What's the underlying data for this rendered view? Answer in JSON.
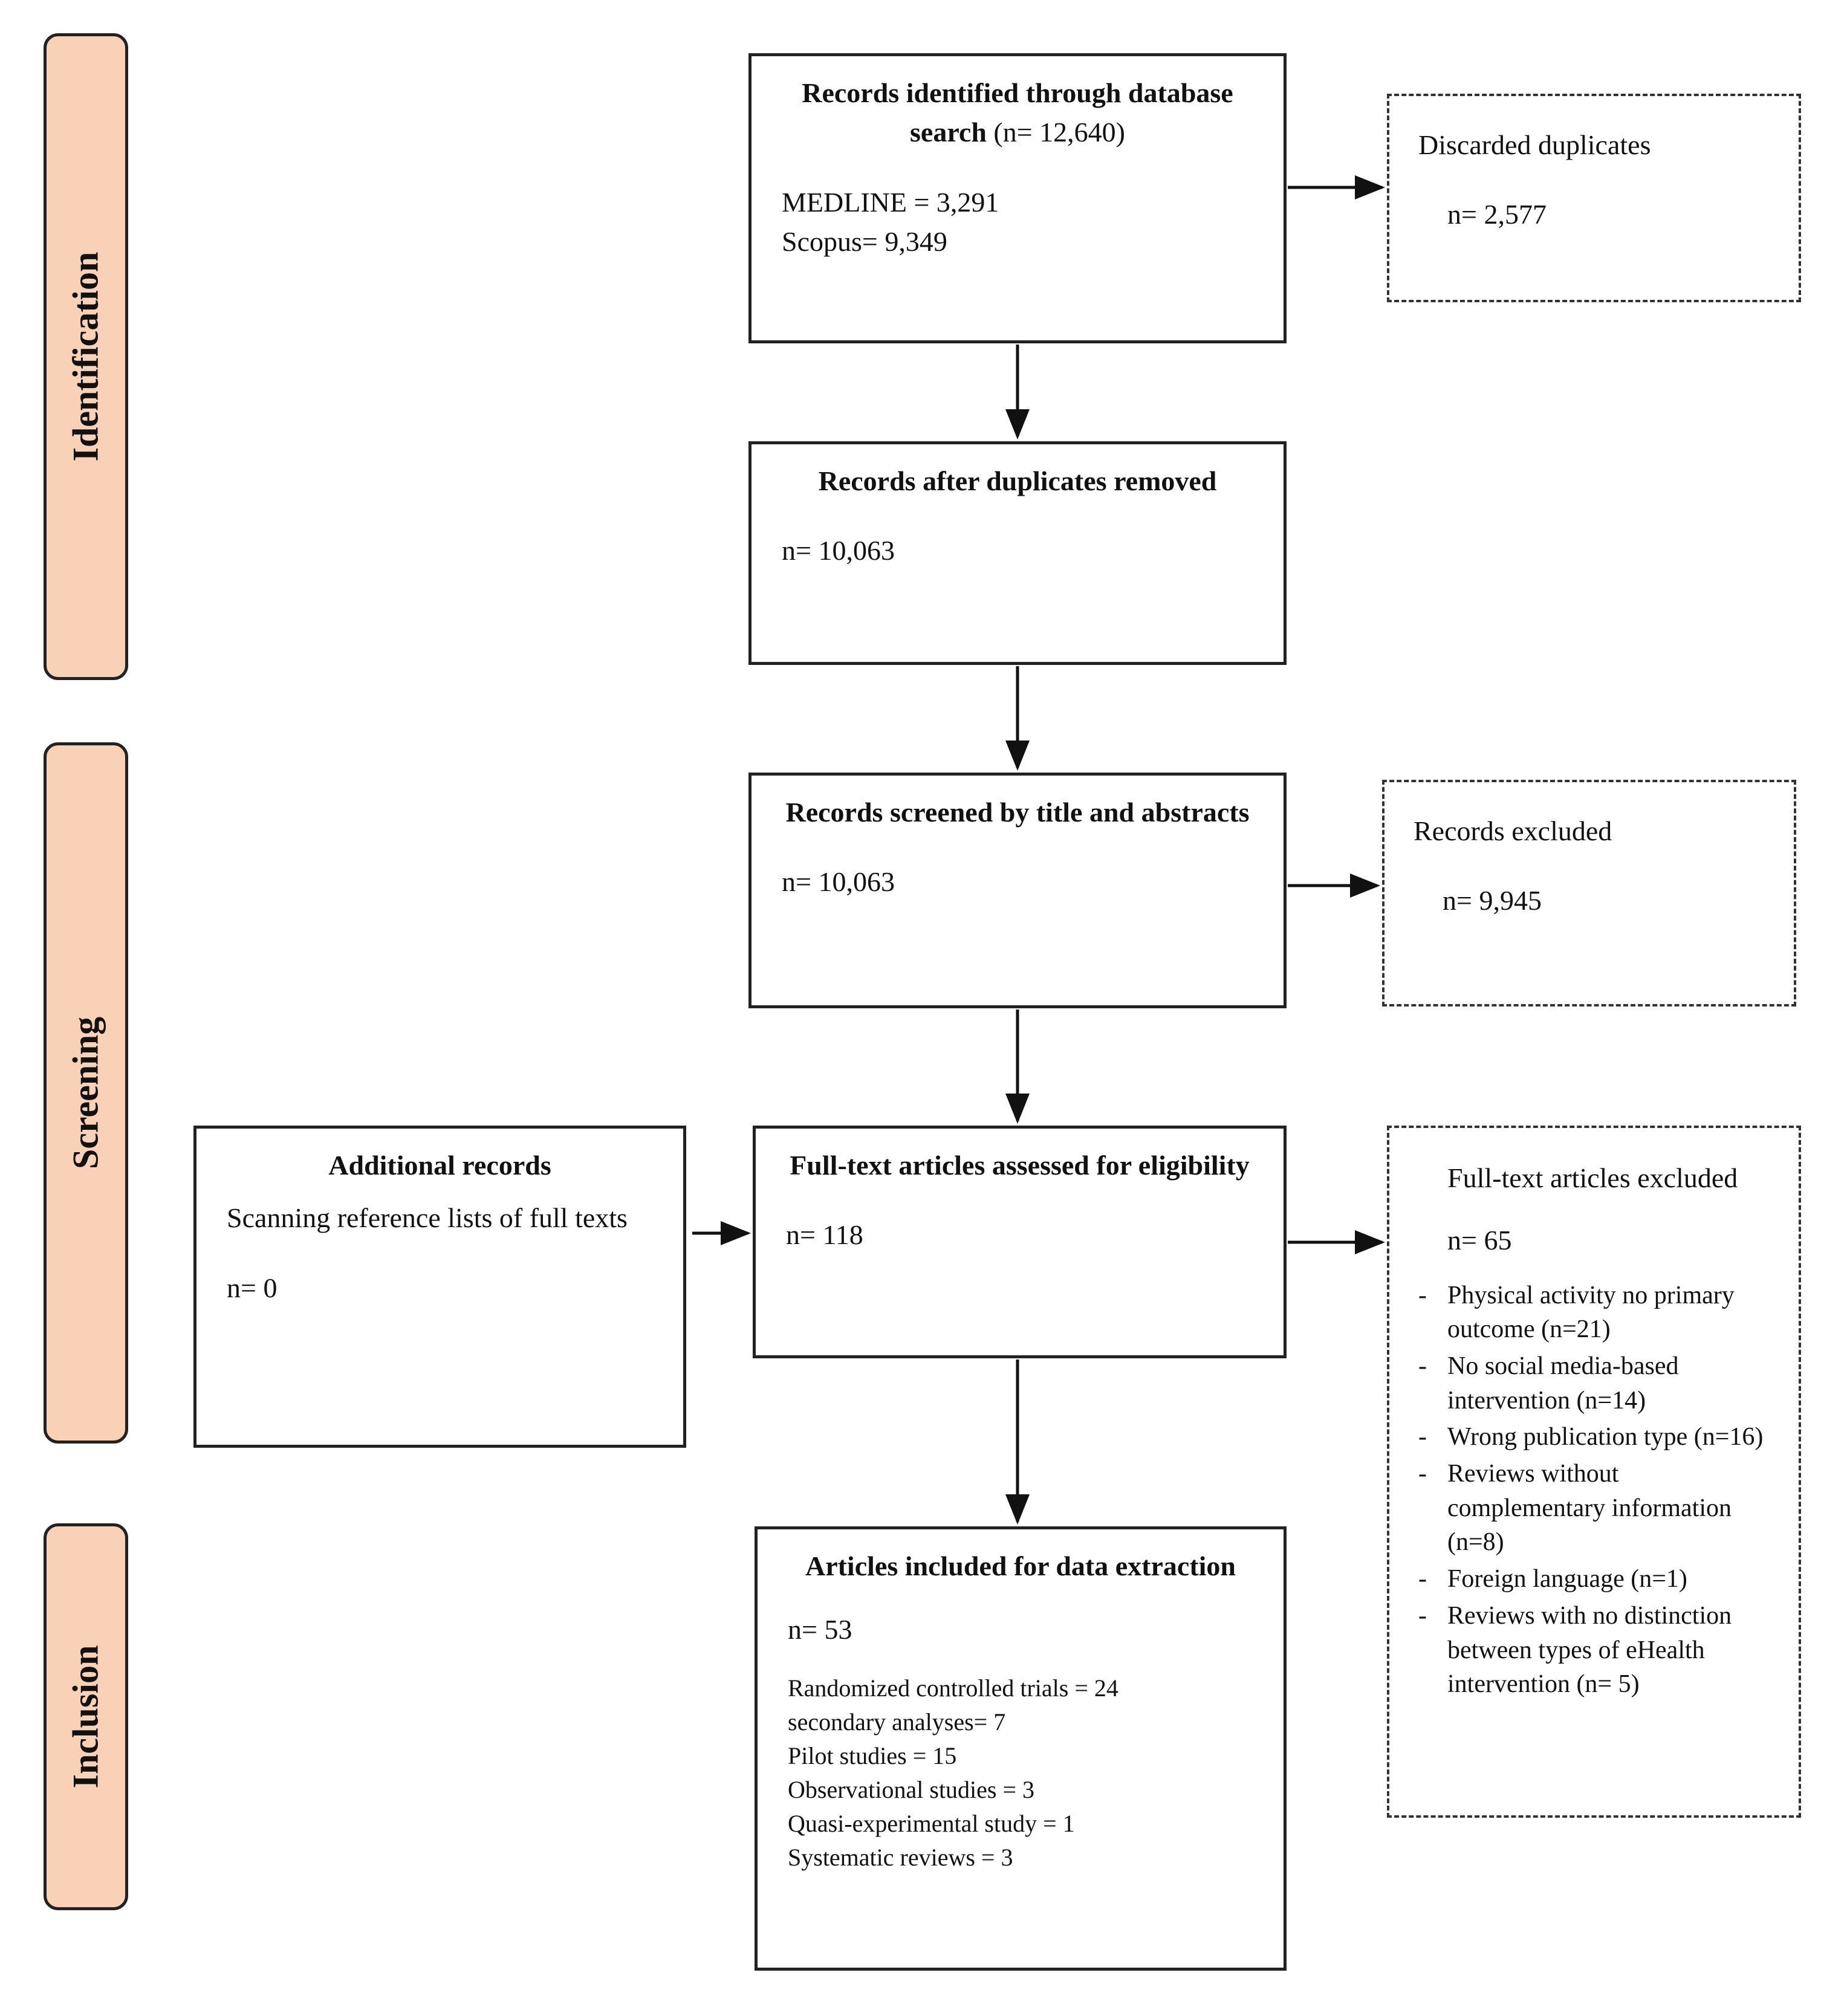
{
  "phases": {
    "identification": "Identification",
    "screening": "Screening",
    "inclusion": "Inclusion"
  },
  "identified": {
    "title": "Records identified through database search",
    "count": "(n= 12,640)",
    "lines": [
      "MEDLINE = 3,291",
      "Scopus= 9,349"
    ]
  },
  "duplicates": {
    "title": "Discarded duplicates",
    "count": "n= 2,577"
  },
  "after_duplicates": {
    "title": "Records after duplicates removed",
    "count": "n= 10,063"
  },
  "screened": {
    "title": "Records screened by title and abstracts",
    "count": "n= 10,063"
  },
  "records_excluded": {
    "title": "Records excluded",
    "count": "n= 9,945"
  },
  "additional": {
    "title": "Additional records",
    "desc": "Scanning reference lists of full texts",
    "count": "n= 0"
  },
  "fulltext": {
    "title": "Full-text articles assessed for eligibility",
    "count": "n= 118"
  },
  "fulltext_excluded": {
    "title": "Full-text articles excluded",
    "count": "n= 65",
    "reasons": [
      "Physical activity no primary outcome (n=21)",
      "No social media-based intervention (n=14)",
      "Wrong publication type (n=16)",
      "Reviews without complementary information (n=8)",
      "Foreign language (n=1)",
      "Reviews with no distinction between types of eHealth intervention (n= 5)"
    ]
  },
  "included": {
    "title": "Articles included for data extraction",
    "count": "n= 53",
    "lines": [
      "Randomized controlled trials = 24",
      "secondary analyses= 7",
      "Pilot studies = 15",
      "Observational studies = 3",
      "Quasi-experimental study = 1",
      "Systematic reviews = 3"
    ]
  }
}
